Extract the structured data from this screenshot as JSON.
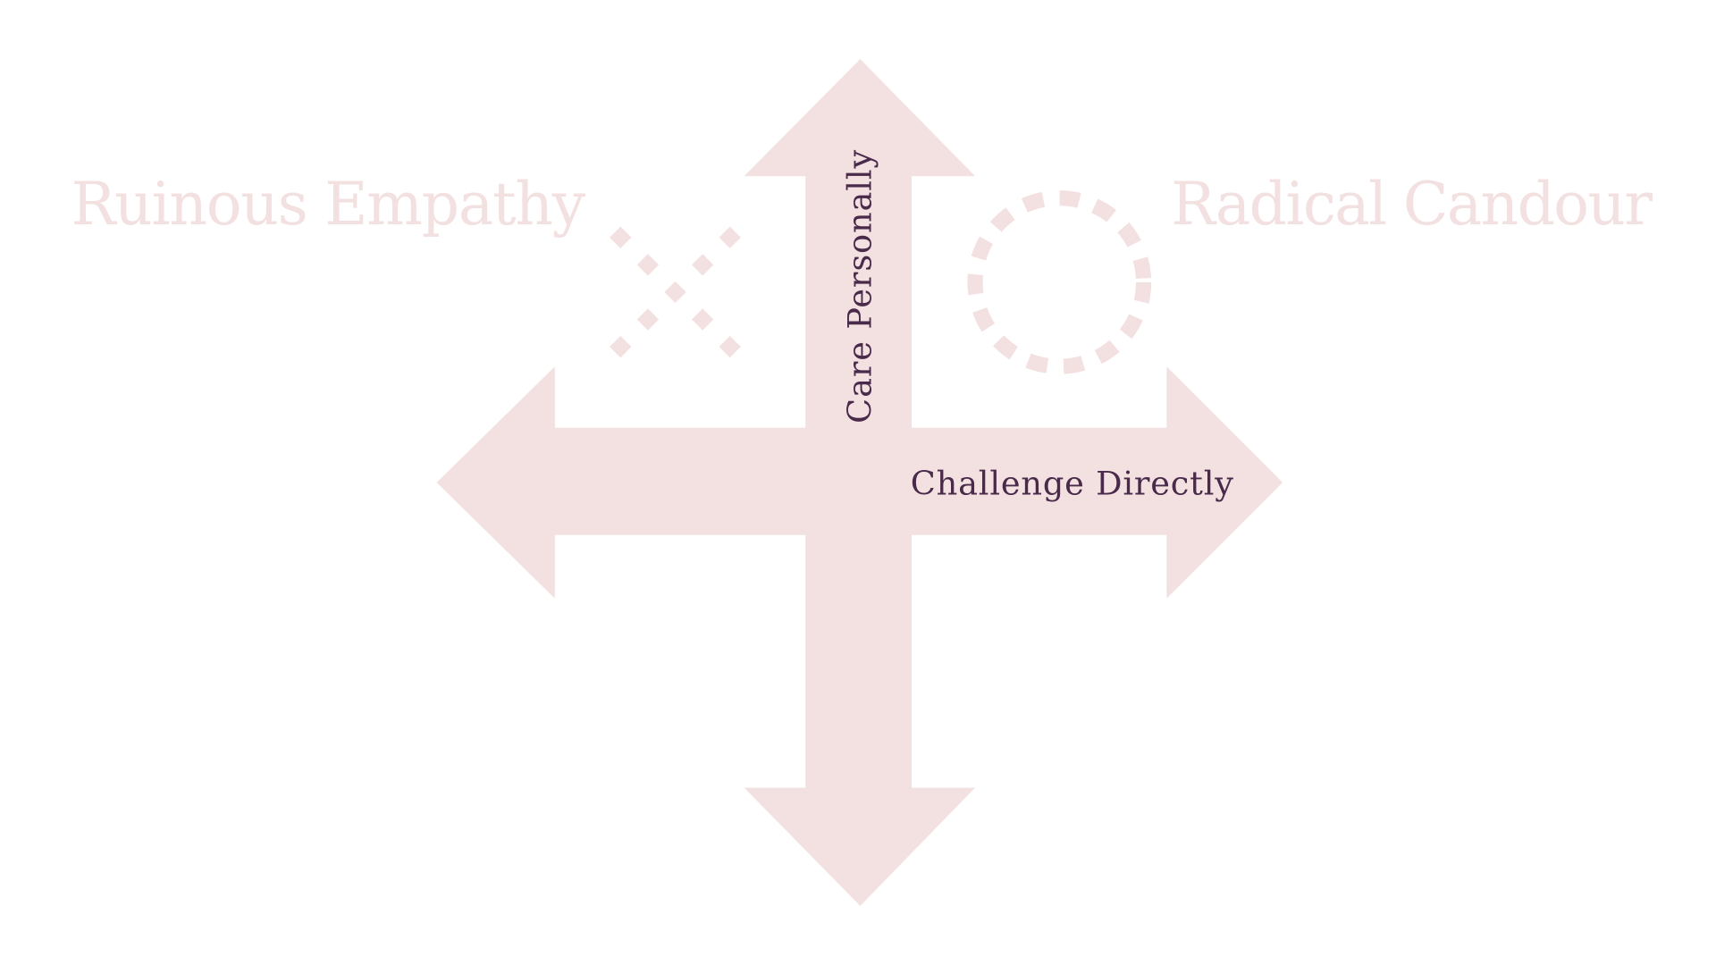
{
  "diagram": {
    "title_left": "Ruinous Empathy",
    "title_right": "Radical Candour",
    "vertical_axis_label": "Care Personally",
    "horizontal_axis_label": "Challenge Directly",
    "colors": {
      "arrow": "#F3E0E0",
      "axis_text": "#4A2A4A",
      "quadrant_text": "#F3E0E0"
    },
    "icons": {
      "left_mark": "dotted-x-icon",
      "right_mark": "dotted-circle-icon"
    }
  }
}
